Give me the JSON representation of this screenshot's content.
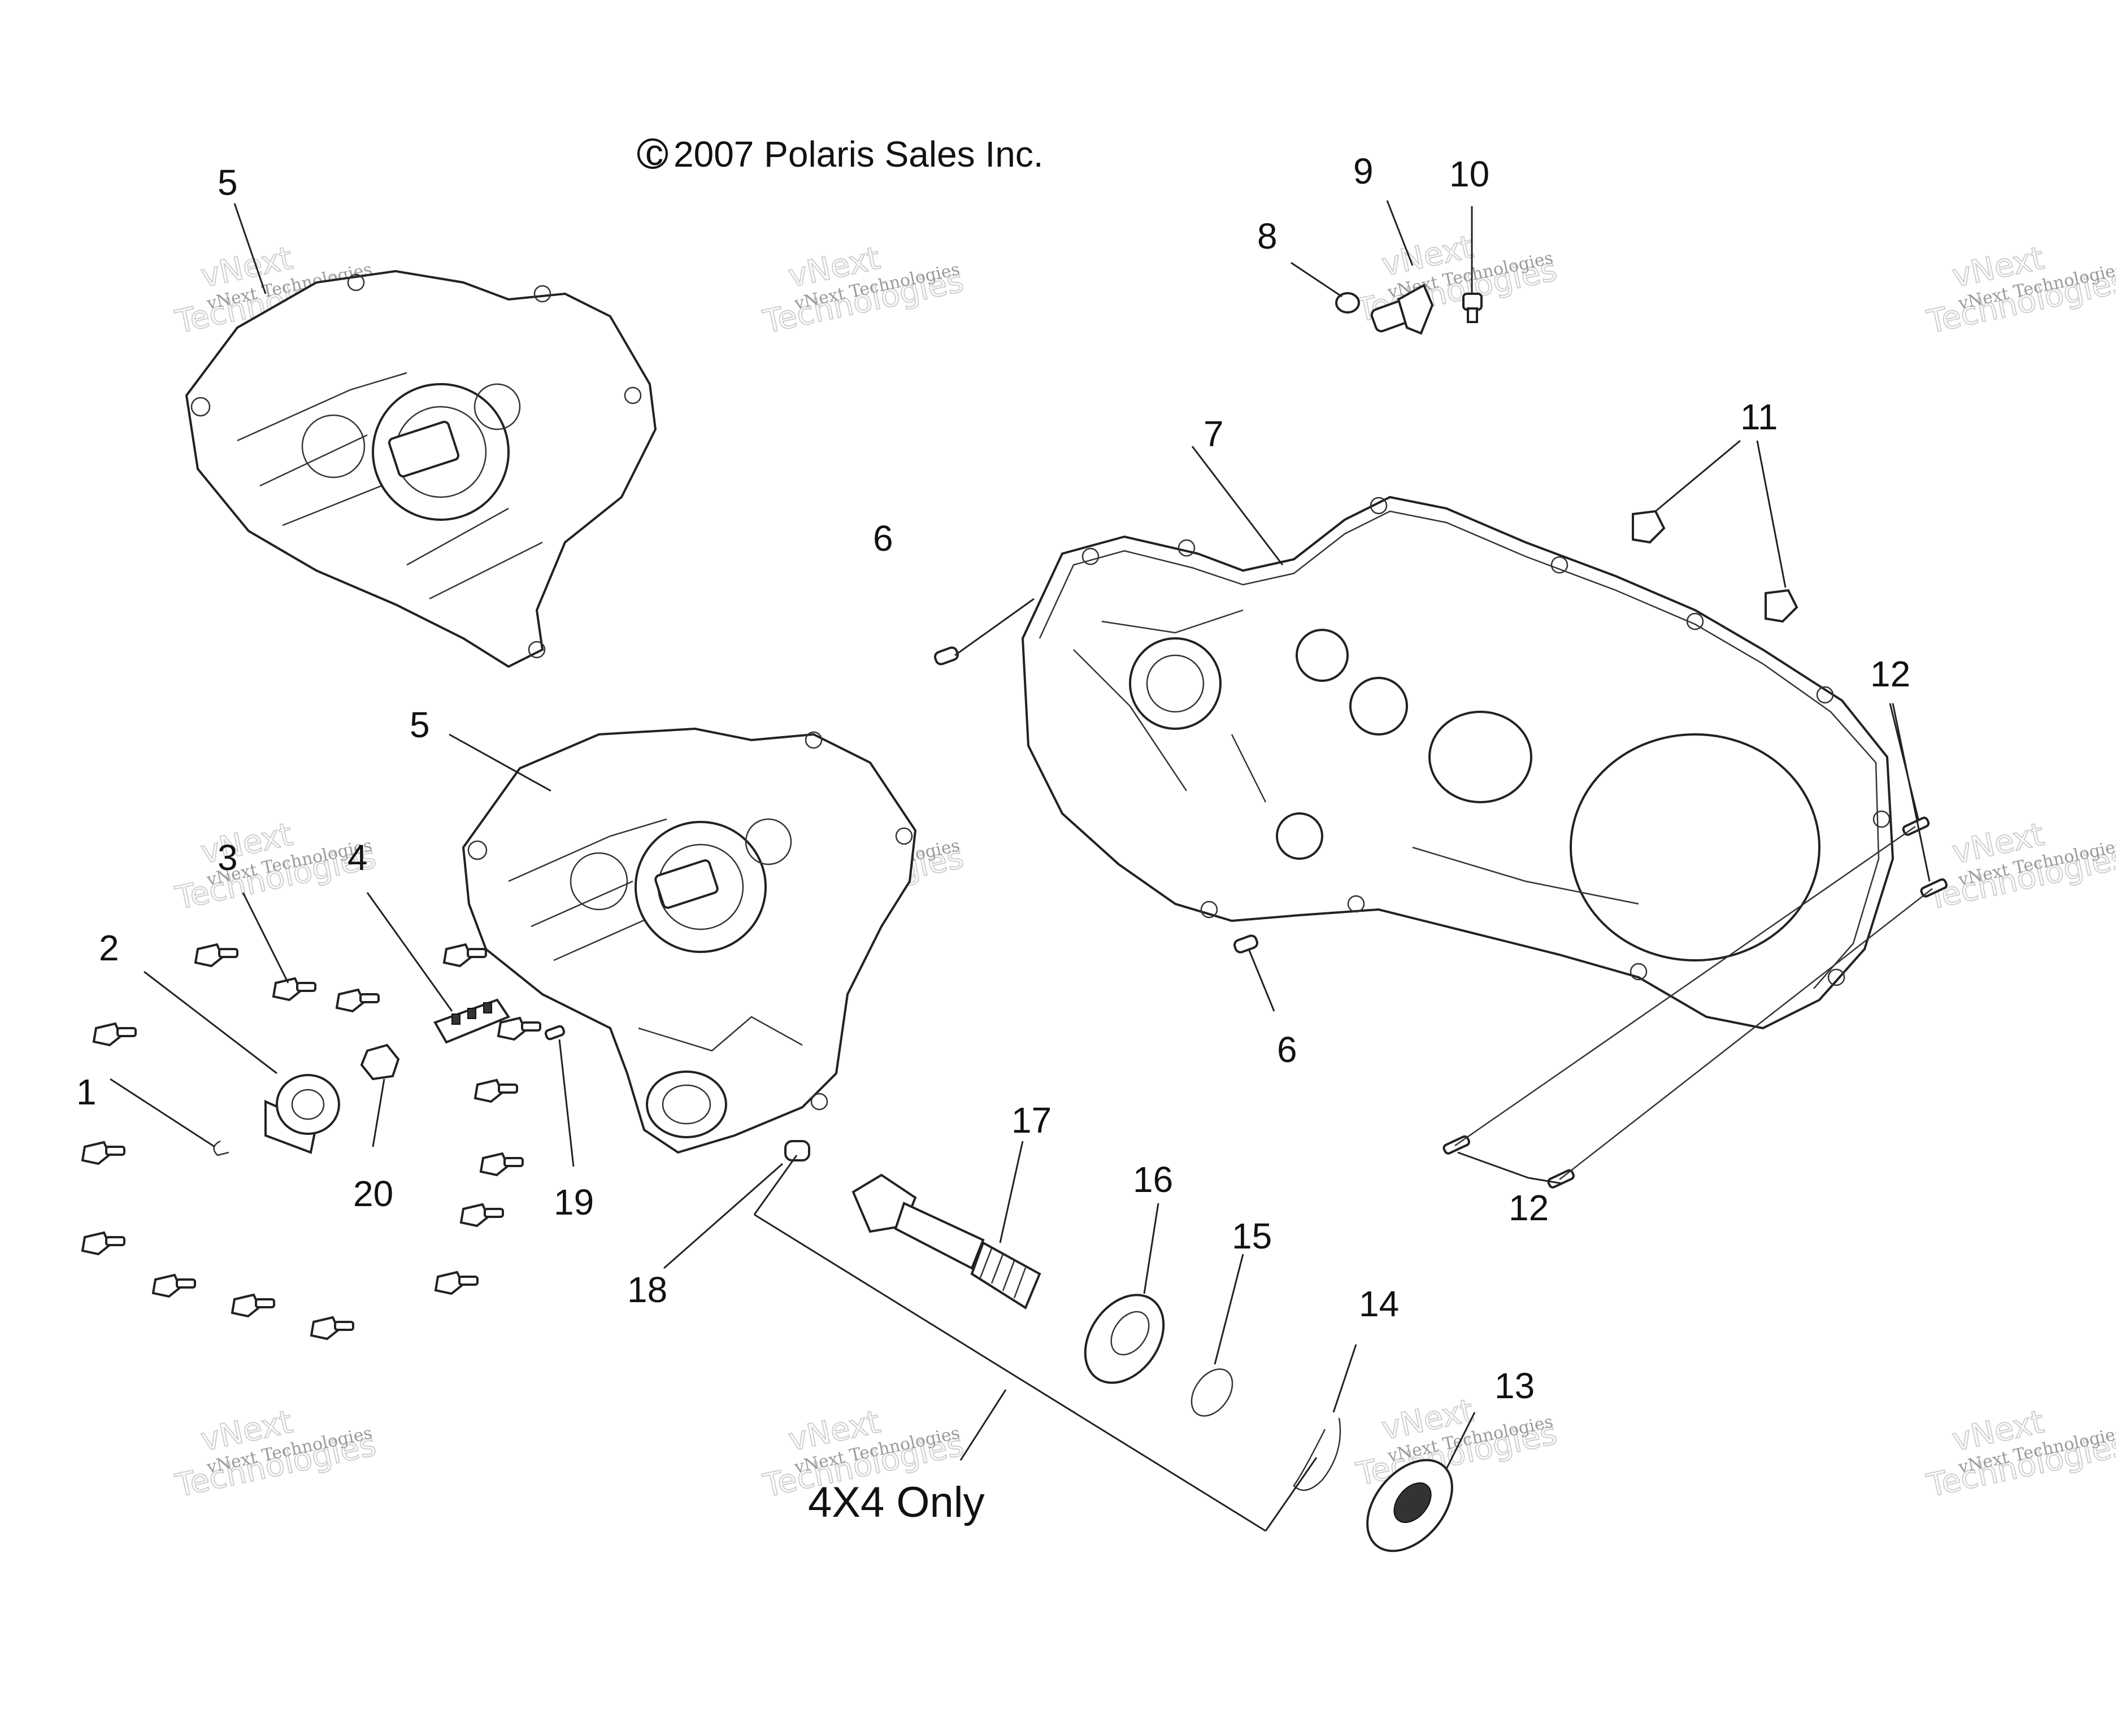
{
  "diagram": {
    "copyright": "2007 Polaris Sales Inc.",
    "copyright_symbol": "©",
    "note_4x4": "4X4 Only",
    "watermark_line1": "vNext Technologies",
    "watermark_line2": "vNext",
    "watermark_line3": "Technologies",
    "callouts": {
      "c1": "1",
      "c2": "2",
      "c3": "3",
      "c4": "4",
      "c5a": "5",
      "c5b": "5",
      "c6a": "6",
      "c6b": "6",
      "c7": "7",
      "c8": "8",
      "c9": "9",
      "c10": "10",
      "c11": "11",
      "c12a": "12",
      "c12b": "12",
      "c13": "13",
      "c14": "14",
      "c15": "15",
      "c16": "16",
      "c17": "17",
      "c18": "18",
      "c19": "19",
      "c20": "20"
    }
  }
}
